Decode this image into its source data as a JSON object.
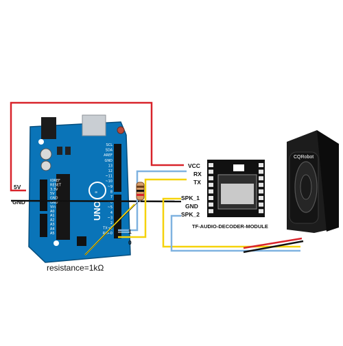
{
  "colors": {
    "background": "#ffffff",
    "board": "#0a74b8",
    "wire_5v": "#d8232a",
    "wire_gnd": "#111111",
    "wire_rx": "#7fb2e0",
    "wire_tx": "#f5d20a",
    "module": "#111111",
    "speaker_frame": "#1a1a1a"
  },
  "labels": {
    "power": "5V",
    "ground": "GND",
    "vcc": "VCC",
    "rx": "RX",
    "tx": "TX",
    "spk1": "SPK_1",
    "gnd": "GND",
    "spk2": "SPK_2",
    "pin1": "1",
    "pin0": "0",
    "resistance": "resistance=1kΩ",
    "module_name": "TF-AUDIO-DECODER-MODULE",
    "speaker_brand": "CQRobot",
    "board_model": "UNO"
  },
  "board_pins_left": [
    "IOREF",
    "RESET",
    "3.3V",
    "5V",
    "GND",
    "GND",
    "Vin",
    "A0",
    "A1",
    "A2",
    "A3",
    "A4",
    "A5"
  ],
  "board_pins_right": [
    "SCL",
    "SDA",
    "AREF",
    "GND",
    "13",
    "12",
    "~11",
    "~10",
    "~9",
    "8",
    "7",
    "~6",
    "~5",
    "4",
    "~3",
    "2",
    "TX→1",
    "RX←0"
  ],
  "icons": {
    "resistor": "resistor-icon",
    "speaker": "speaker-icon",
    "microsd": "microsd-slot-icon"
  }
}
